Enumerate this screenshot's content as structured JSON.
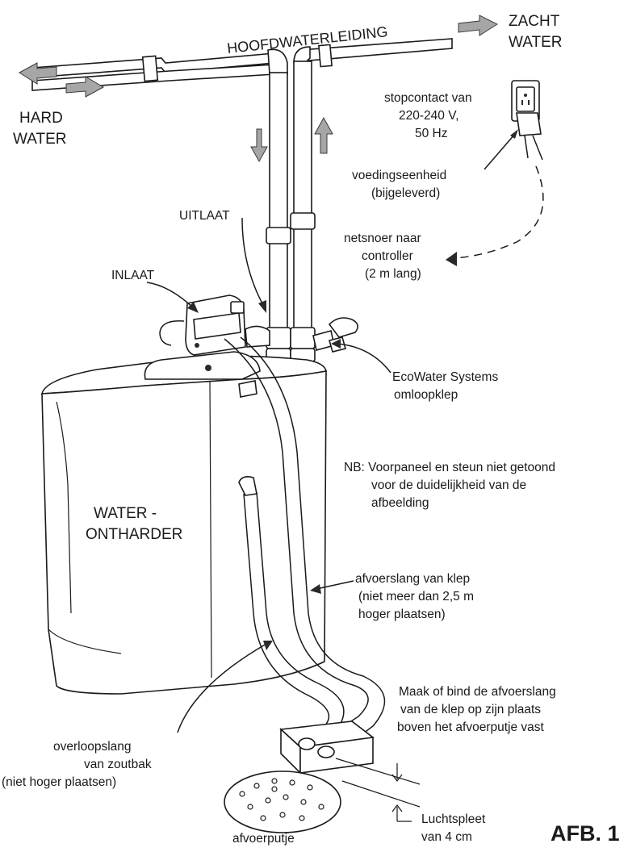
{
  "labels": {
    "main_line": "HOOFDWATERLEIDING",
    "soft_water_1": "ZACHT",
    "soft_water_2": "WATER",
    "hard_water_1": "HARD",
    "hard_water_2": "WATER",
    "outlet": "UITLAAT",
    "inlet": "INLAAT",
    "socket_1": "stopcontact van",
    "socket_2": "220-240 V,",
    "socket_3": "50 Hz",
    "power_unit_1": "voedingseenheid",
    "power_unit_2": "(bijgeleverd)",
    "cord_1": "netsnoer naar",
    "cord_2": "controller",
    "cord_3": "(2 m lang)",
    "bypass_1": "EcoWater Systems",
    "bypass_2": "omloopklep",
    "note_1": "NB: Voorpaneel en steun niet getoond",
    "note_2": "voor de duidelijkheid van de",
    "note_3": "afbeelding",
    "softener_1": "WATER -",
    "softener_2": "ONTHARDER",
    "drain_hose_1": "afvoerslang van klep",
    "drain_hose_2": "(niet meer dan 2,5 m",
    "drain_hose_3": "hoger plaatsen)",
    "fasten_1": "Maak of bind de afvoerslang",
    "fasten_2": "van de klep op zijn plaats",
    "fasten_3": "boven het afvoerputje vast",
    "overflow_1": "overloopslang",
    "overflow_2": "van zoutbak",
    "overflow_3": "(niet hoger plaatsen)",
    "air_gap_1": "Luchtspleet",
    "air_gap_2": "van 4 cm",
    "floor_drain": "afvoerputje",
    "figure": "AFB. 1"
  }
}
